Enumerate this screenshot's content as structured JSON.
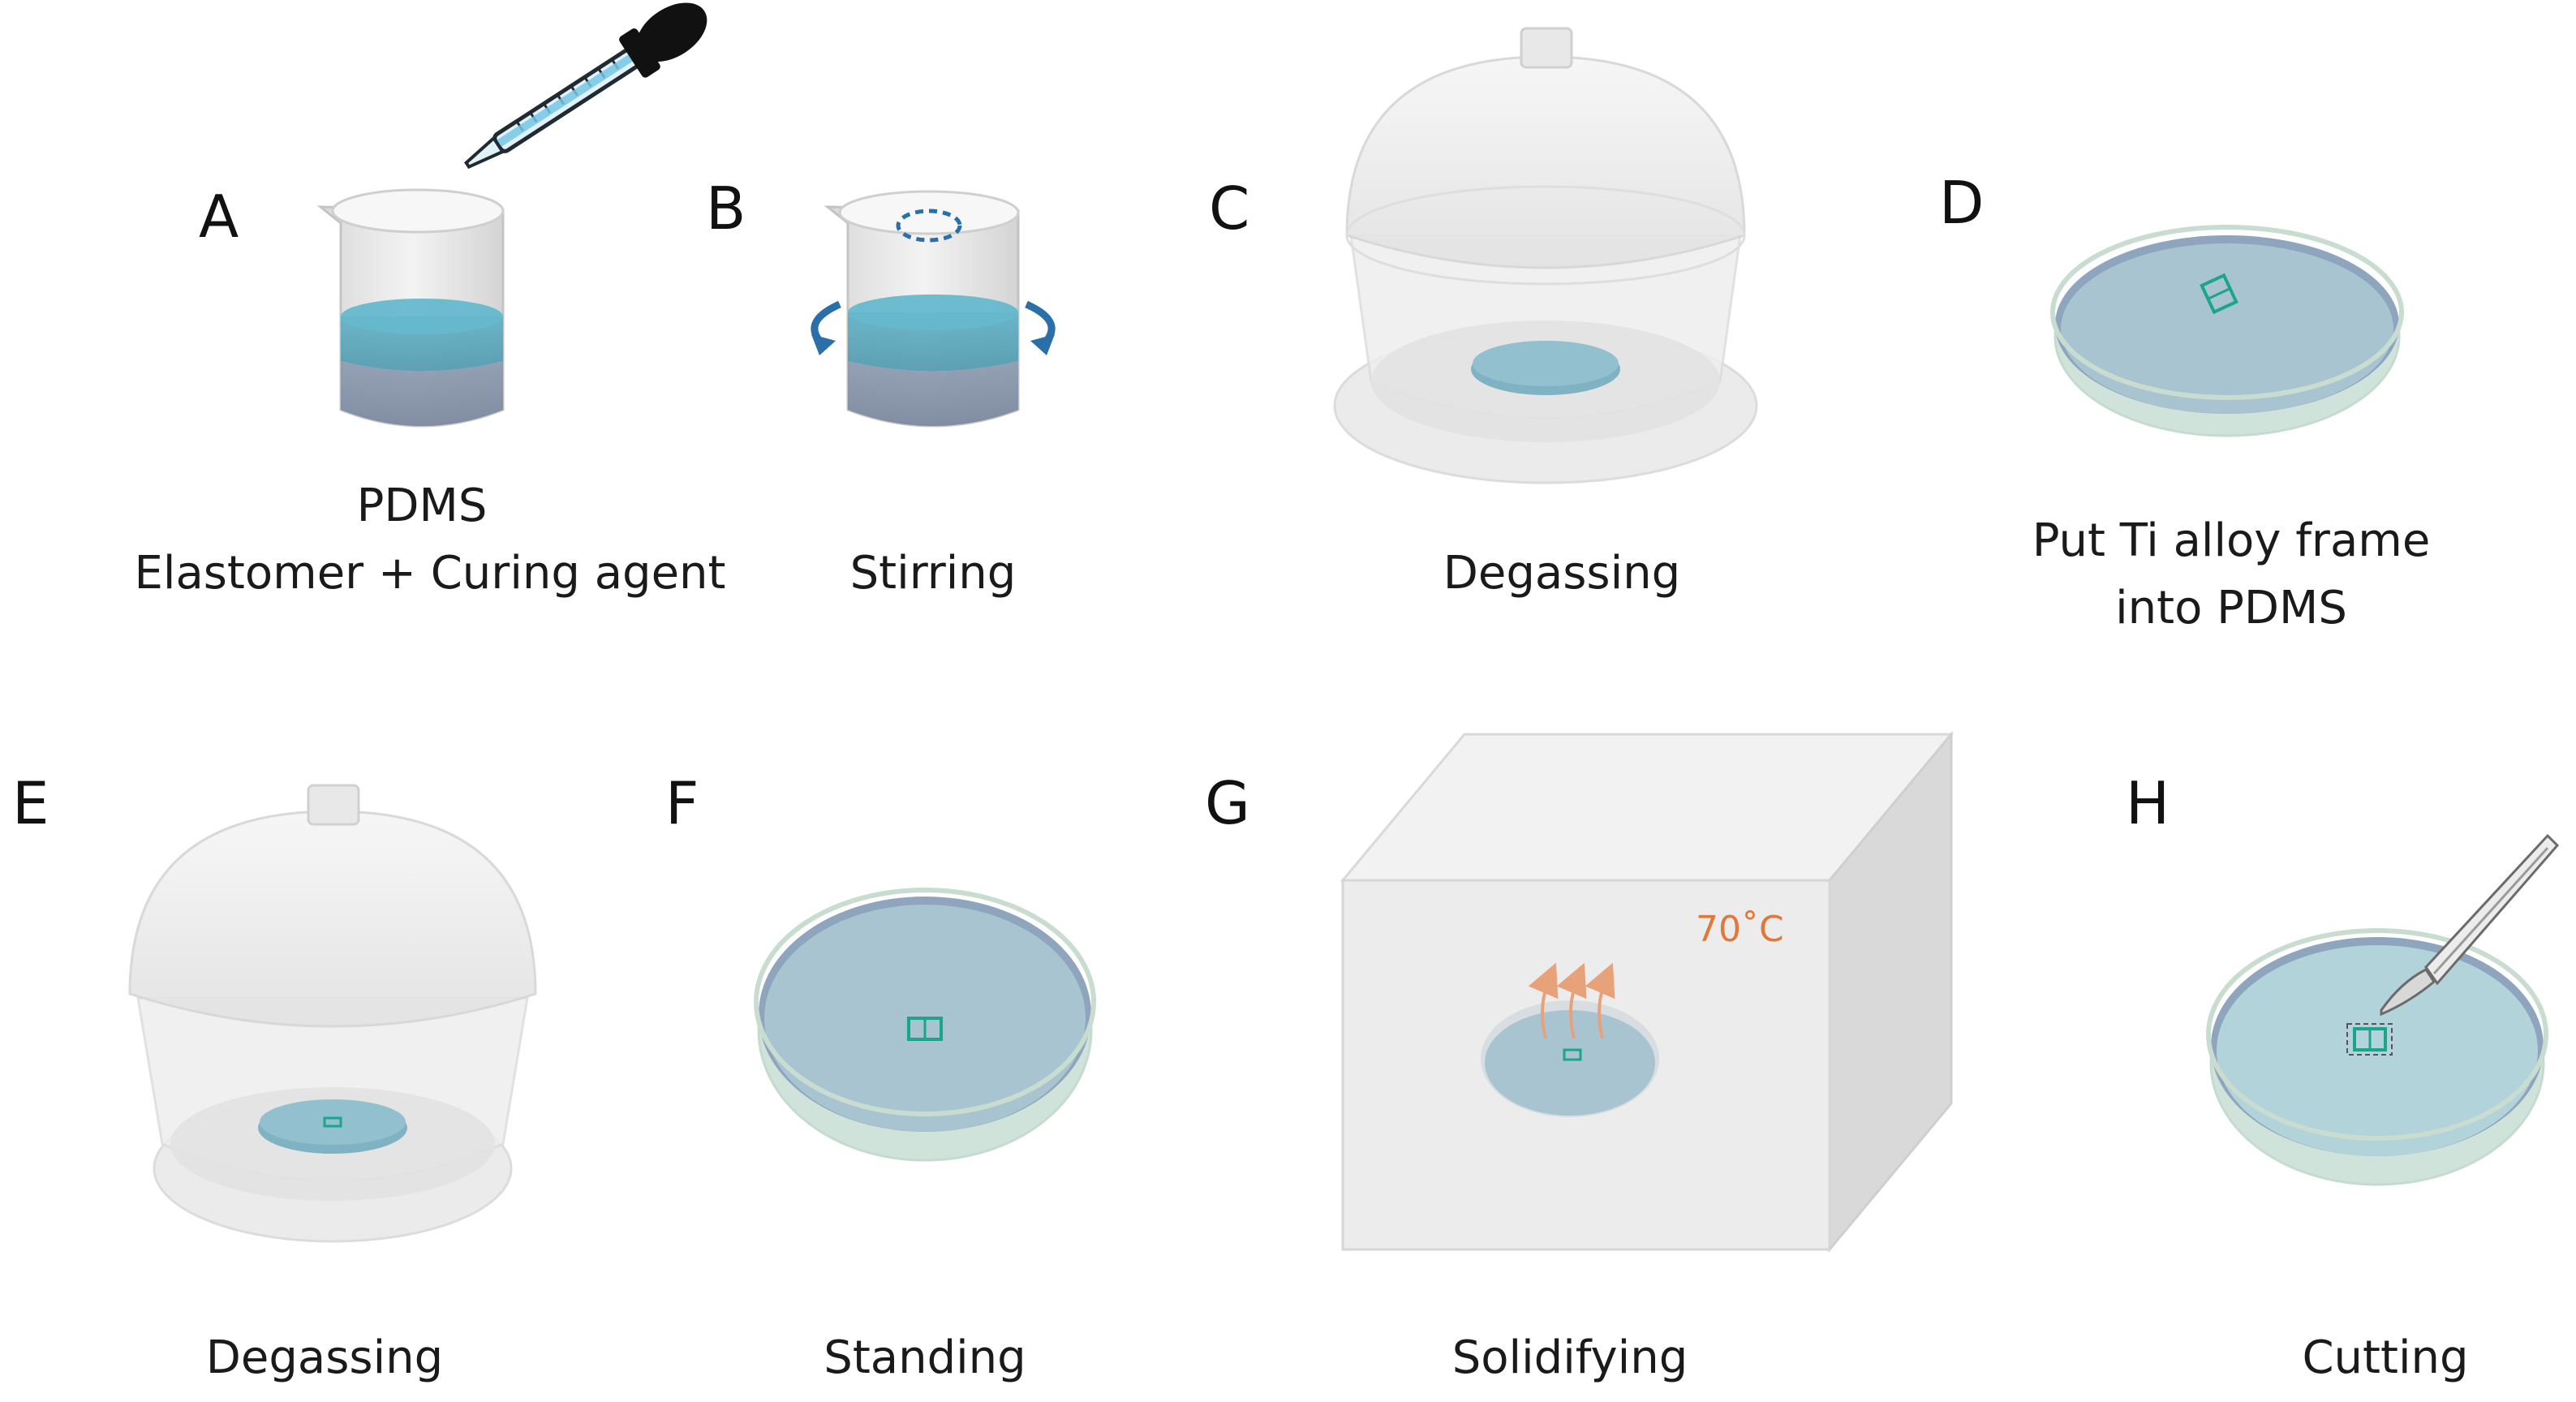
{
  "panels": [
    {
      "letter": "A",
      "caption_lines": [
        "PDMS",
        "Elastomer + Curing agent"
      ]
    },
    {
      "letter": "B",
      "caption_lines": [
        "Stirring"
      ]
    },
    {
      "letter": "C",
      "caption_lines": [
        "Degassing"
      ]
    },
    {
      "letter": "D",
      "caption_lines": [
        "Put Ti alloy frame",
        "into PDMS"
      ]
    },
    {
      "letter": "E",
      "caption_lines": [
        "Degassing"
      ]
    },
    {
      "letter": "F",
      "caption_lines": [
        "Standing"
      ]
    },
    {
      "letter": "G",
      "caption_lines": [
        "Solidifying"
      ]
    },
    {
      "letter": "H",
      "caption_lines": [
        "Cutting"
      ]
    }
  ],
  "oven_temperature": "70˚C",
  "colors": {
    "pdms_liquid": "#5aa9bf",
    "pdms_bottom": "#7f8fa6",
    "frame": "#1aa58c",
    "arrow_blue": "#2a6fa8",
    "heat_arrow": "#e8a27a",
    "temp_text": "#e0783a"
  }
}
